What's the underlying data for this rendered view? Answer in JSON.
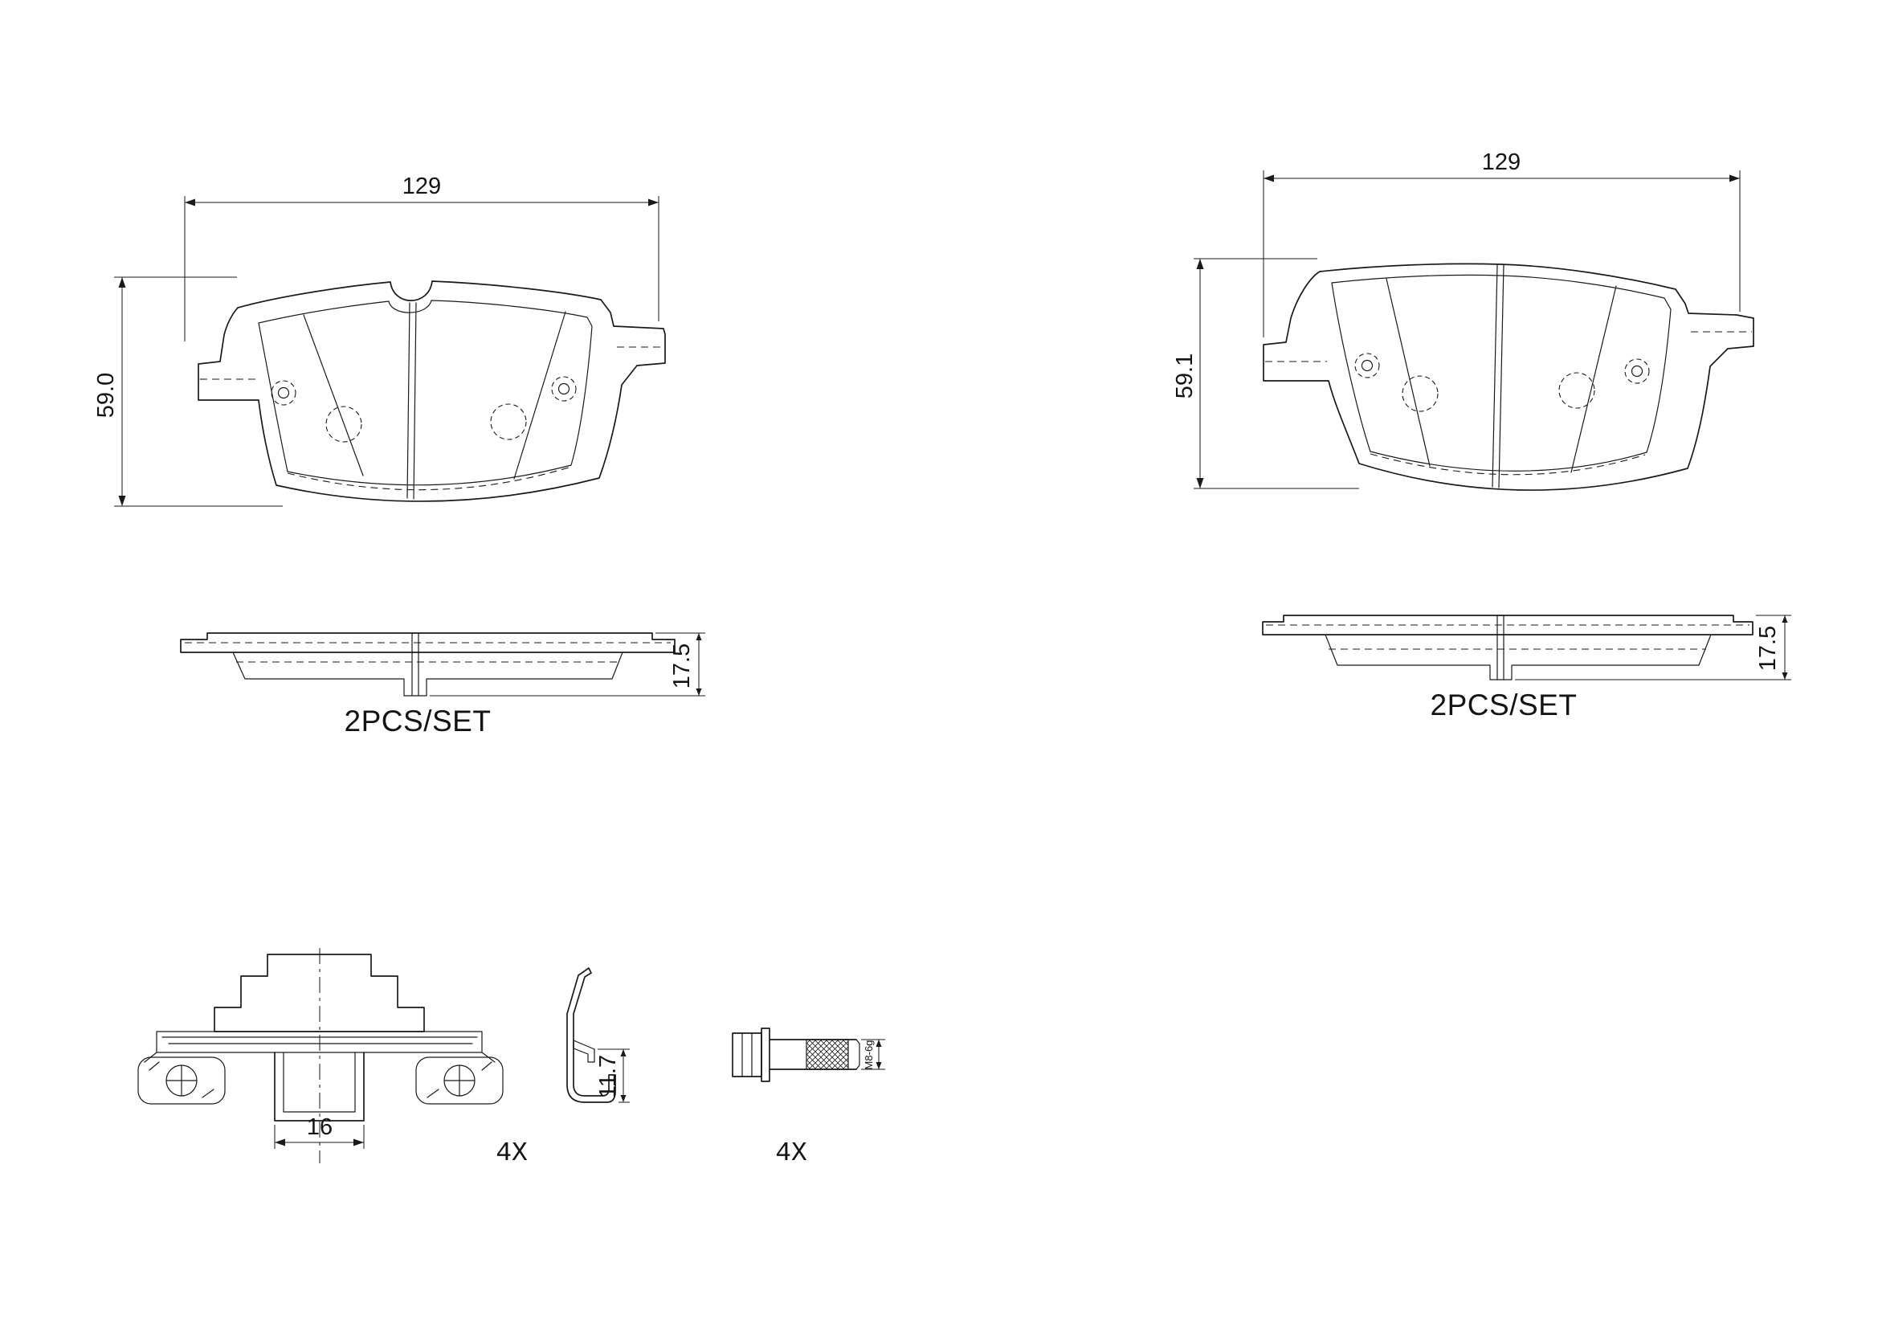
{
  "drawing": {
    "background": "#ffffff",
    "ink": "#1a1a1a"
  },
  "top_left_view": {
    "width_dim": "129",
    "height_dim": "59.0"
  },
  "top_right_view": {
    "width_dim": "129",
    "height_dim": "59.1"
  },
  "side_left_view": {
    "thickness_dim": "17.5",
    "set_label": "2PCS/SET"
  },
  "side_right_view": {
    "thickness_dim": "17.5",
    "set_label": "2PCS/SET"
  },
  "retainer_clip_view": {
    "width_dim": "16"
  },
  "spring_clip_view": {
    "height_dim": "11.7",
    "qty_label": "4X"
  },
  "bolt_view": {
    "thread_label": "M8-6g",
    "qty_label": "4X"
  }
}
